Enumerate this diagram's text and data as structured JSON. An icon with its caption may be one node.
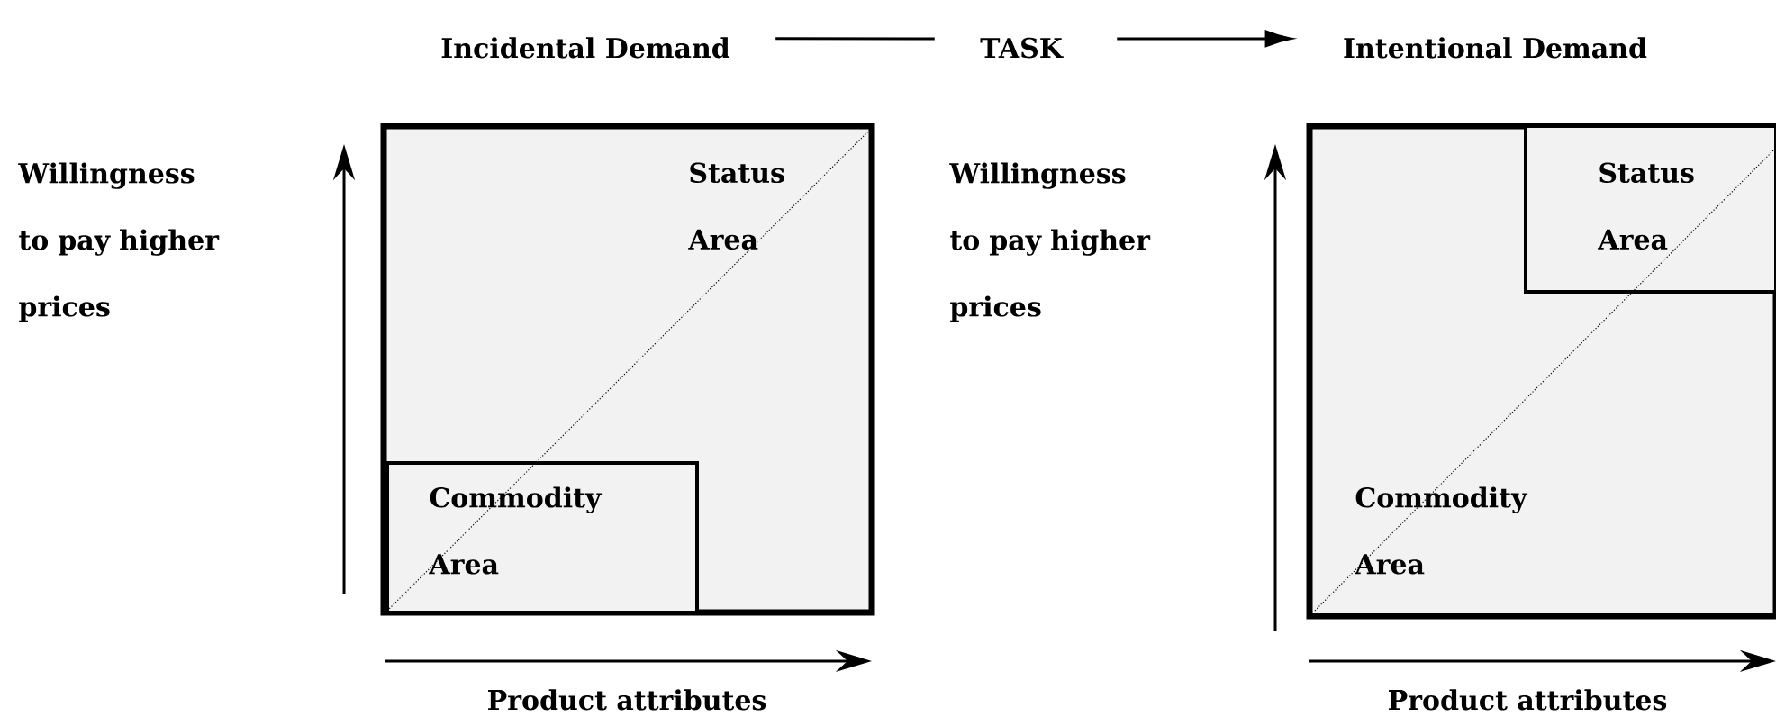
{
  "diagram": {
    "nodes": [
      {
        "text": [
          "Incidental Demand"
        ]
      },
      {
        "text": [
          "TASK"
        ]
      },
      {
        "text": [
          "Intentional Demand"
        ]
      },
      {
        "text": [
          "Status Area"
        ]
      },
      {
        "text": [
          "Commodity Area"
        ],
        "in": 3
      },
      {
        "text": [
          "Commodity Area"
        ]
      },
      {
        "text": [
          "Status Area"
        ],
        "in": 5
      }
    ],
    "edges": [
      {
        "from": 0,
        "to": 1,
        "arrow": "none"
      },
      {
        "from": 1,
        "to": 2,
        "arrow": "to"
      }
    ],
    "labels": [
      "Willingness to pay higher prices",
      "Product attributes",
      "Willingness to pay higher prices",
      "Product attributes"
    ]
  }
}
